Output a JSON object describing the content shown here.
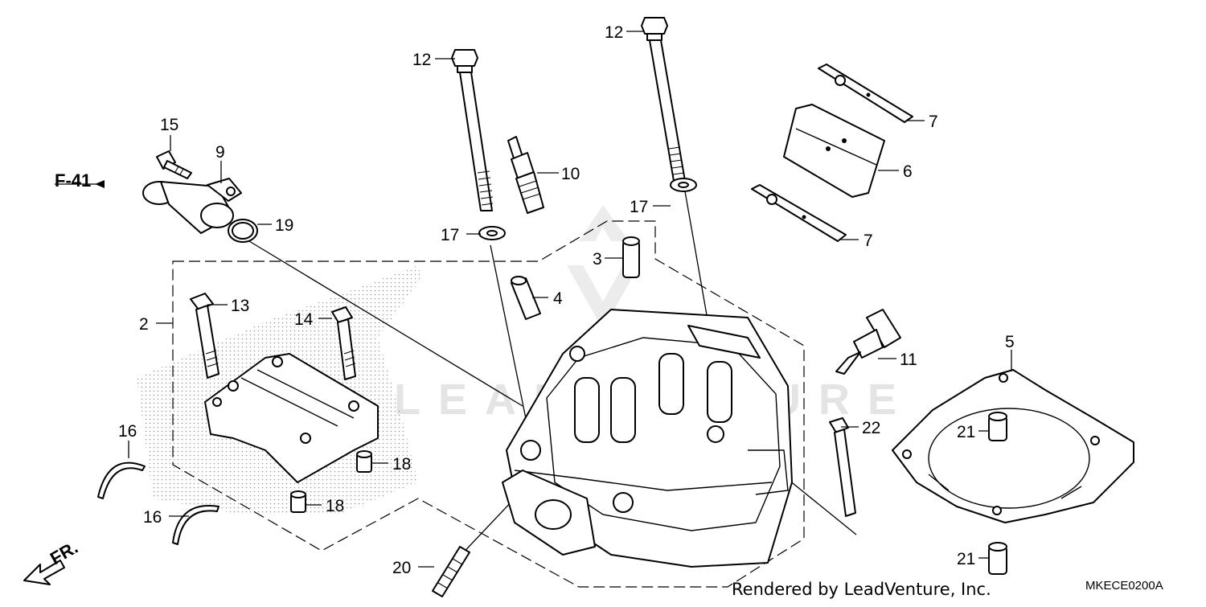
{
  "diagram": {
    "reference_code": "MKECE0200A",
    "credit": "Rendered by LeadVenture, Inc.",
    "page_ref": "F-41",
    "front_marker": "FR.",
    "watermark": "LEADVENTURE",
    "callouts": [
      {
        "id": "c2",
        "num": "2"
      },
      {
        "id": "c3",
        "num": "3"
      },
      {
        "id": "c4",
        "num": "4"
      },
      {
        "id": "c5",
        "num": "5"
      },
      {
        "id": "c6",
        "num": "6"
      },
      {
        "id": "c7a",
        "num": "7"
      },
      {
        "id": "c7b",
        "num": "7"
      },
      {
        "id": "c9",
        "num": "9"
      },
      {
        "id": "c10",
        "num": "10"
      },
      {
        "id": "c11",
        "num": "11"
      },
      {
        "id": "c12a",
        "num": "12"
      },
      {
        "id": "c12b",
        "num": "12"
      },
      {
        "id": "c13",
        "num": "13"
      },
      {
        "id": "c14",
        "num": "14"
      },
      {
        "id": "c15",
        "num": "15"
      },
      {
        "id": "c16a",
        "num": "16"
      },
      {
        "id": "c16b",
        "num": "16"
      },
      {
        "id": "c17a",
        "num": "17"
      },
      {
        "id": "c17b",
        "num": "17"
      },
      {
        "id": "c18a",
        "num": "18"
      },
      {
        "id": "c18b",
        "num": "18"
      },
      {
        "id": "c19",
        "num": "19"
      },
      {
        "id": "c20",
        "num": "20"
      },
      {
        "id": "c21a",
        "num": "21"
      },
      {
        "id": "c21b",
        "num": "21"
      },
      {
        "id": "c22",
        "num": "22"
      }
    ]
  }
}
